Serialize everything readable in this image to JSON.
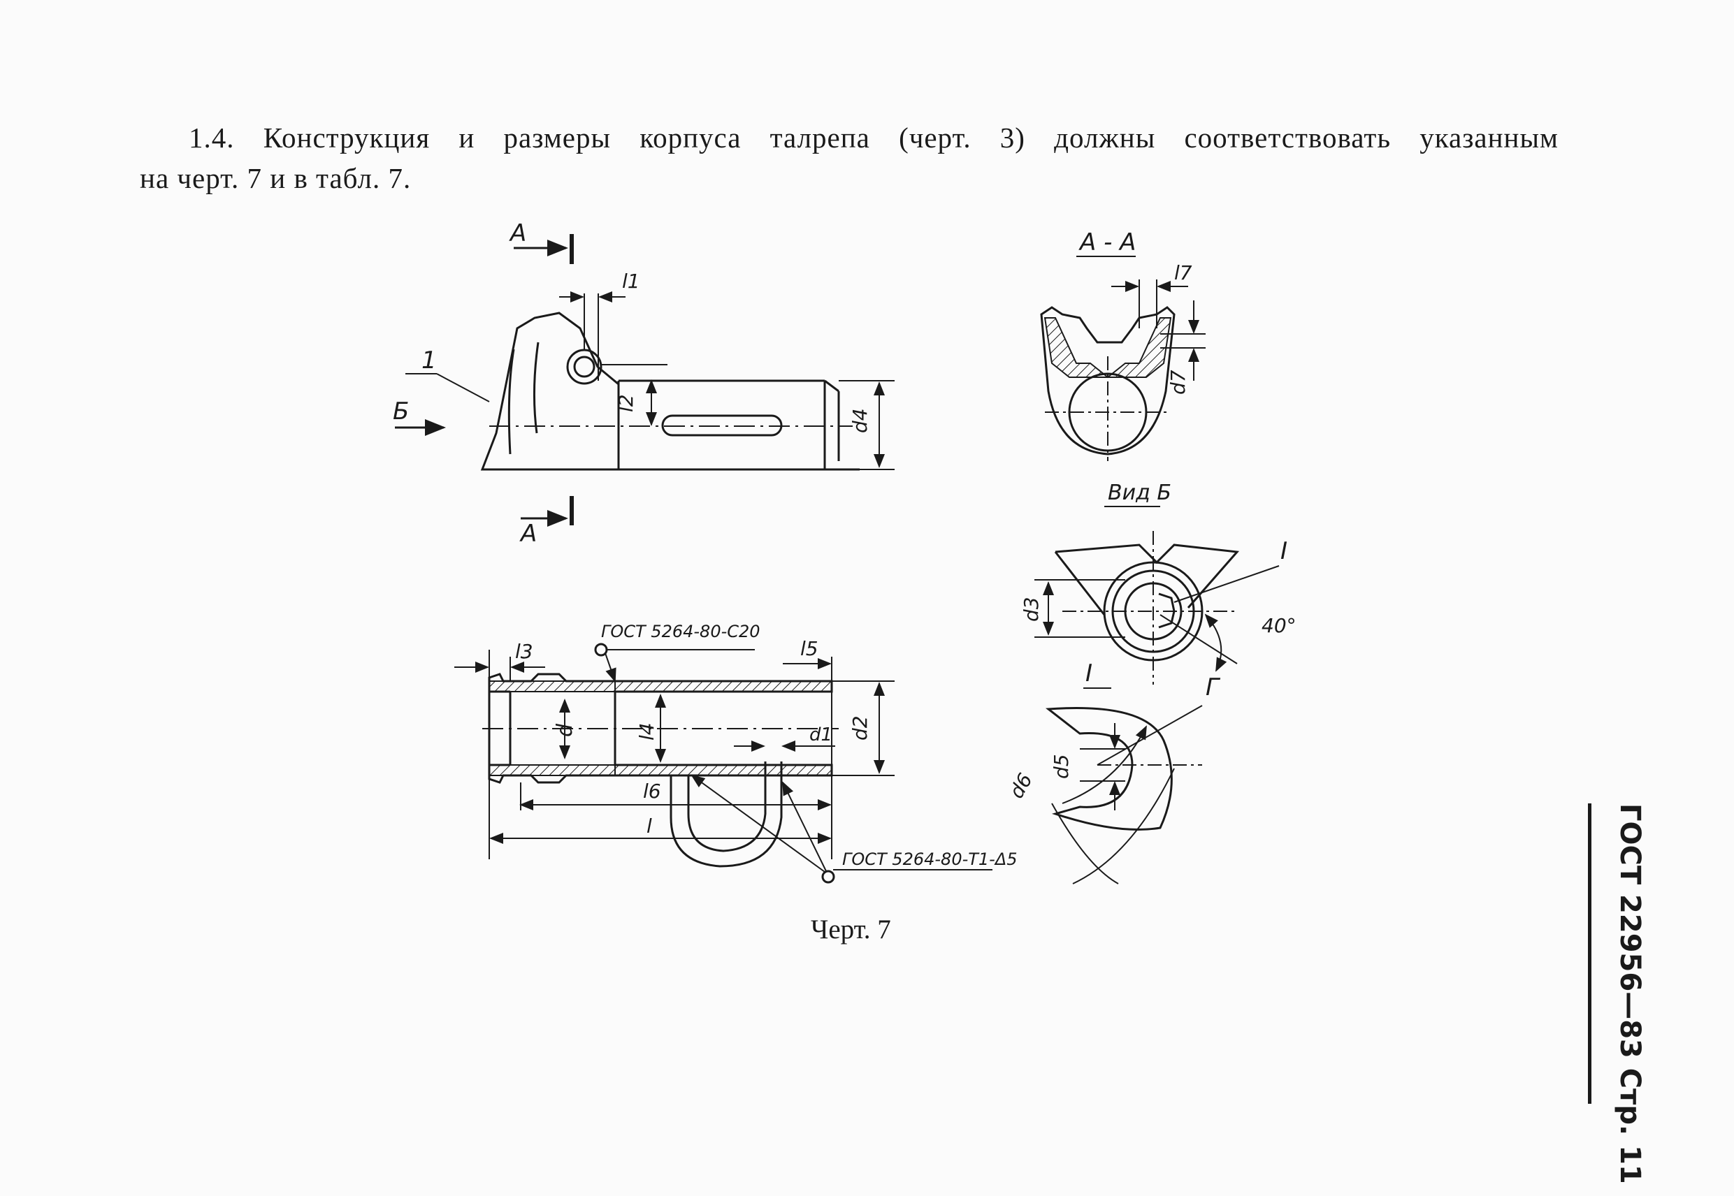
{
  "document": {
    "paragraph_line1": "1.4. Конструкция и размеры корпуса талрепа (черт. 3) должны соответствовать указанным",
    "paragraph_line2": "на черт. 7 и в табл. 7.",
    "caption": "Черт. 7",
    "side_header": "ГОСТ 22956—83 Стр. 11"
  },
  "drawing_labels": {
    "section_a": "А",
    "view_b_arrow": "Б",
    "part_number": "1",
    "l1": "l1",
    "l2": "l2",
    "d4": "d4",
    "section_aa_title": "А - А",
    "l7": "l7",
    "d7": "d7",
    "view_b_title": "Вид Б",
    "detail_i": "I",
    "d3": "d3",
    "angle_40": "40°",
    "g_label": "Г",
    "d5": "d5",
    "d6": "d6",
    "weld_top": "ГОСТ 5264-80-С20",
    "weld_bottom": "ГОСТ 5264-80-Т1-Δ5",
    "l3": "l3",
    "l5": "l5",
    "d": "d",
    "l4": "l4",
    "d2": "d2",
    "d1": "d1",
    "l6": "l6",
    "l": "l"
  }
}
